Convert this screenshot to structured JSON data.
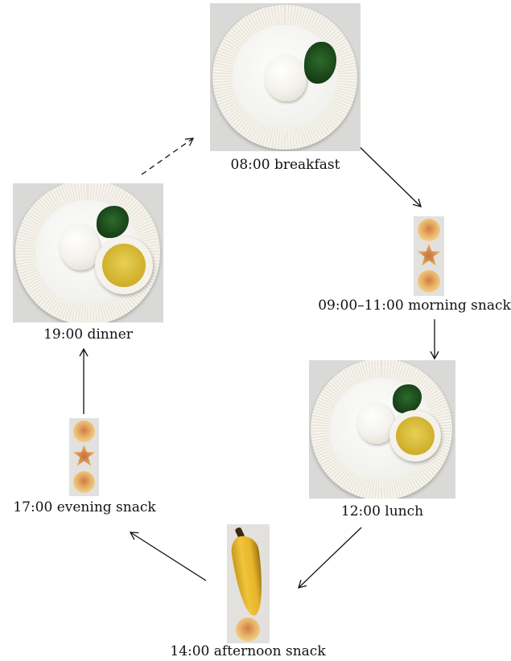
{
  "meals": [
    {
      "id": "breakfast",
      "label": "08:00 breakfast",
      "photo": "plate-rice-greens"
    },
    {
      "id": "morning_snack",
      "label": "09:00–11:00 morning snack",
      "photo": "snack-biscuits"
    },
    {
      "id": "lunch",
      "label": "12:00 lunch",
      "photo": "plate-rice-greens-soup"
    },
    {
      "id": "afternoon_snack",
      "label": "14:00 afternoon snack",
      "photo": "banana-biscuit"
    },
    {
      "id": "evening_snack",
      "label": "17:00 evening snack",
      "photo": "snack-biscuits"
    },
    {
      "id": "dinner",
      "label": "19:00 dinner",
      "photo": "plate-rice-greens-soup"
    }
  ],
  "arrows": [
    {
      "from": "breakfast",
      "to": "morning_snack",
      "style": "solid"
    },
    {
      "from": "morning_snack",
      "to": "lunch",
      "style": "solid"
    },
    {
      "from": "lunch",
      "to": "afternoon_snack",
      "style": "solid"
    },
    {
      "from": "afternoon_snack",
      "to": "evening_snack",
      "style": "solid"
    },
    {
      "from": "evening_snack",
      "to": "dinner",
      "style": "solid"
    },
    {
      "from": "dinner",
      "to": "breakfast",
      "style": "dashed"
    }
  ]
}
